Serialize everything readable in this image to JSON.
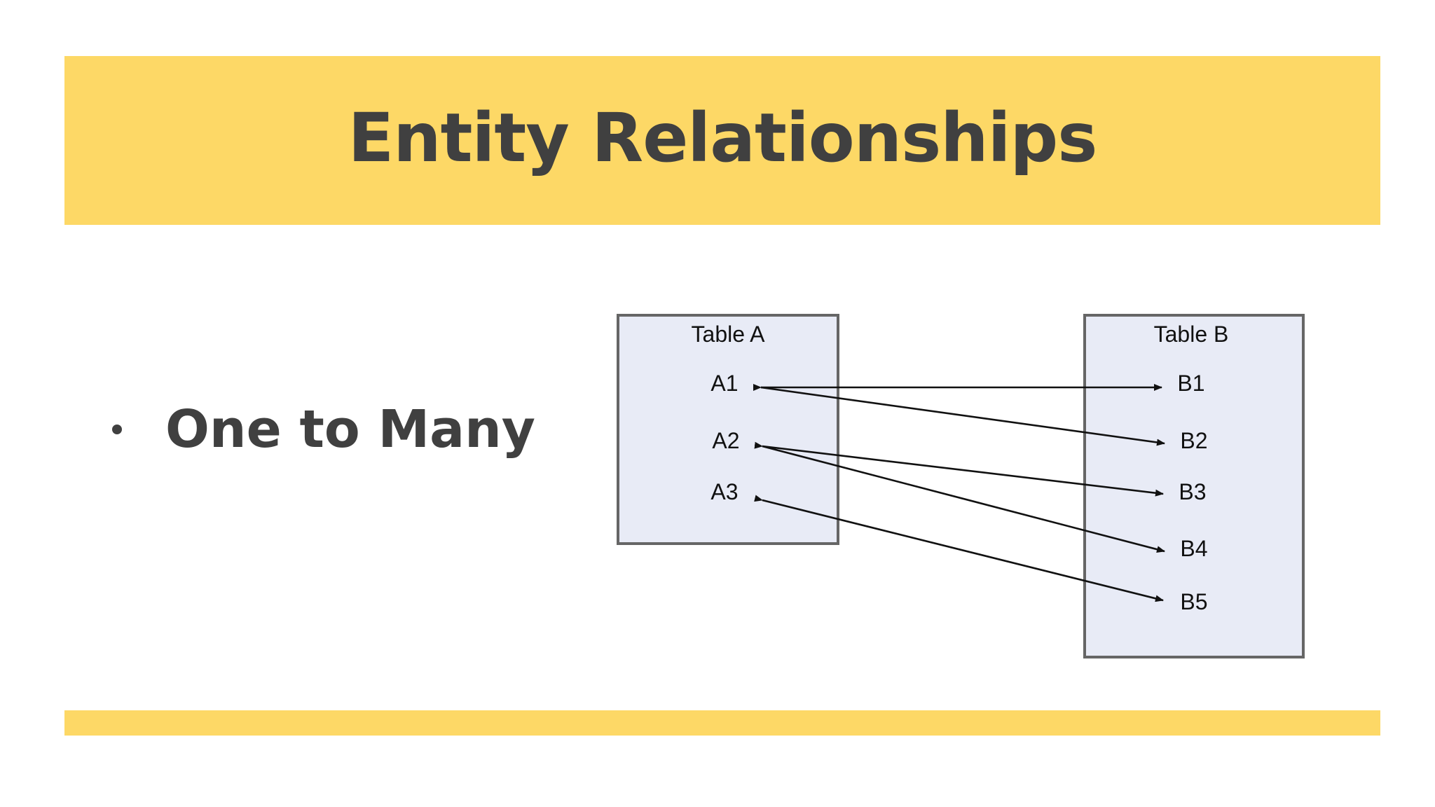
{
  "slide": {
    "title": "Entity Relationships",
    "bullets": [
      "One to Many"
    ],
    "colors": {
      "accent": "#FDD866",
      "text": "#404040",
      "table_fill": "#E8EBF6",
      "table_border": "#666666"
    }
  },
  "diagram": {
    "table_a": {
      "title": "Table A",
      "rows": [
        "A1",
        "A2",
        "A3"
      ]
    },
    "table_b": {
      "title": "Table B",
      "rows": [
        "B1",
        "B2",
        "B3",
        "B4",
        "B5"
      ]
    },
    "relationships": [
      {
        "from": "A1",
        "to": "B1"
      },
      {
        "from": "A1",
        "to": "B2"
      },
      {
        "from": "A2",
        "to": "B3"
      },
      {
        "from": "A2",
        "to": "B4"
      },
      {
        "from": "A3",
        "to": "B5"
      }
    ]
  }
}
